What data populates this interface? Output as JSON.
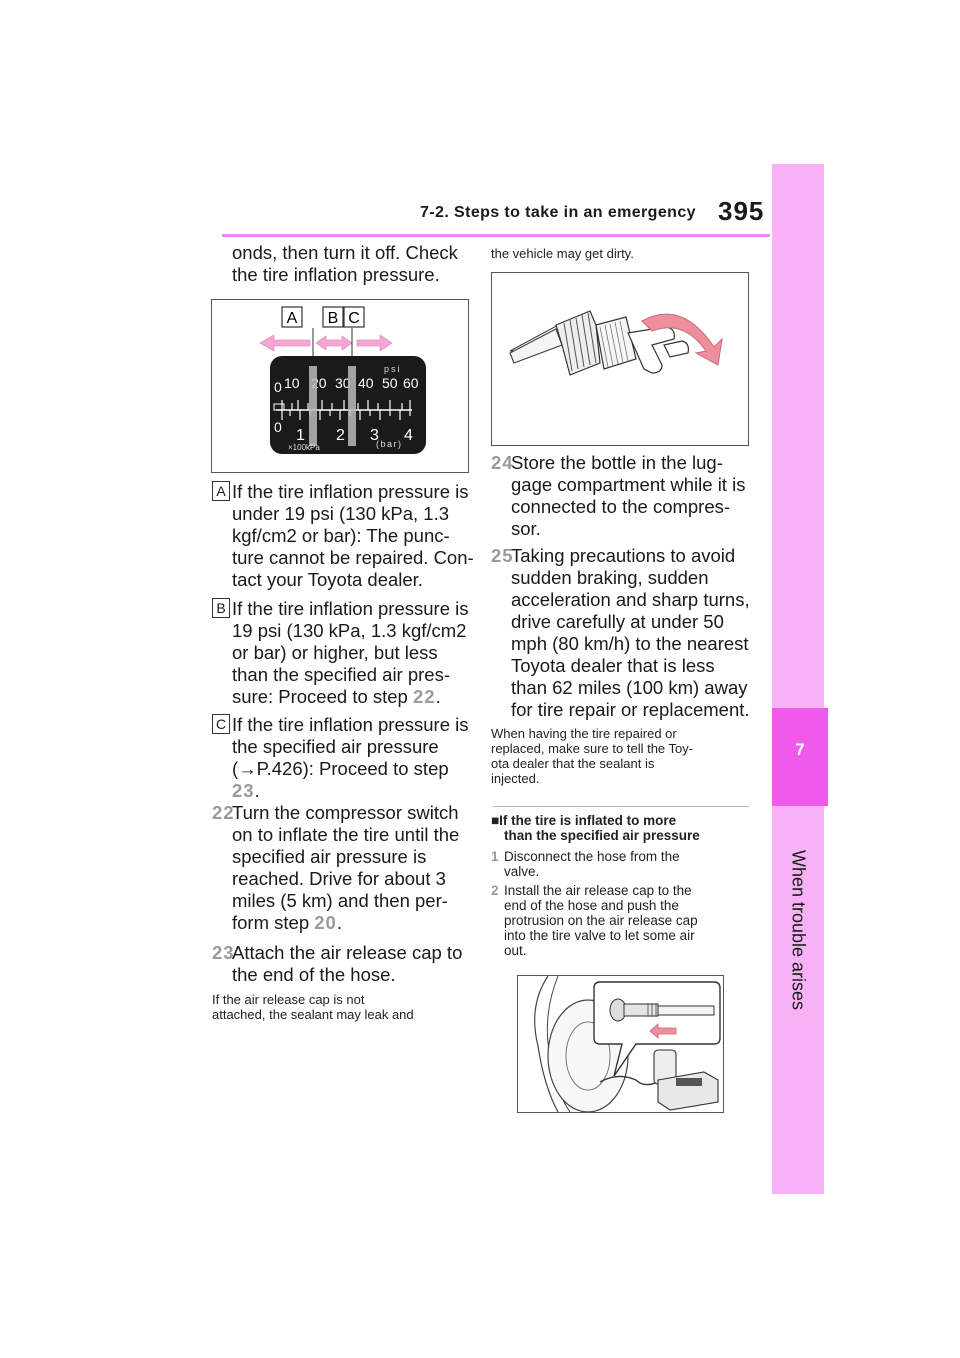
{
  "header": {
    "section_title": "7-2. Steps to take in an emergency",
    "page_number": "395"
  },
  "side_tab": {
    "chapter_number": "7",
    "chapter_title": "When trouble arises"
  },
  "left_column": {
    "intro_line1": "onds, then turn it off. Check",
    "intro_line2": "the tire inflation pressure.",
    "gauge": {
      "callouts": [
        "A",
        "B",
        "C"
      ],
      "psi_unit": "psi",
      "psi_ticks": [
        "10",
        "20",
        "30",
        "40",
        "50",
        "60"
      ],
      "bar_unit": "(bar)",
      "bar_ticks": [
        "1",
        "2",
        "3",
        "4"
      ],
      "zero_top": "0",
      "zero_bottom": "0",
      "kpa_label": "×100kPa"
    },
    "item_a": {
      "letter": "A",
      "lines": [
        "If the tire inflation pressure is",
        "under 19 psi (130 kPa, 1.3",
        "kgf/cm2 or bar): The punc-",
        "ture cannot be repaired. Con-",
        "tact your Toyota dealer."
      ]
    },
    "item_b": {
      "letter": "B",
      "lines": [
        "If the tire inflation pressure is",
        "19 psi (130 kPa, 1.3 kgf/cm2",
        "or bar) or higher, but less",
        "than the specified air pres-"
      ],
      "last_prefix": "sure: Proceed to step ",
      "last_step": "22",
      "last_suffix": "."
    },
    "item_c": {
      "letter": "C",
      "lines": [
        "If the tire inflation pressure is",
        "the specified air pressure"
      ],
      "ref": "(→P.426): Proceed to step",
      "step": "23",
      "step_suffix": "."
    },
    "step22": {
      "num": "22",
      "lines": [
        "Turn the compressor switch",
        "on to inflate the tire until the",
        "specified air pressure is",
        "reached. Drive for about 3",
        "miles (5 km) and then per-"
      ],
      "last_prefix": "form step ",
      "last_step": "20",
      "last_suffix": "."
    },
    "step23": {
      "num": "23",
      "lines": [
        "Attach the air release cap to",
        "the end of the hose."
      ]
    },
    "note_line1": "If the air release cap is not",
    "note_line2": "attached, the sealant may leak and"
  },
  "right_column": {
    "note_cont": "the vehicle may get dirty.",
    "step24": {
      "num": "24",
      "lines": [
        "Store the bottle in the lug-",
        "gage compartment while it is",
        "connected to the compres-",
        "sor."
      ]
    },
    "step25": {
      "num": "25",
      "lines": [
        "Taking precautions to avoid",
        "sudden braking, sudden",
        "acceleration and sharp turns,",
        "drive carefully at under 50",
        "mph (80 km/h) to the nearest",
        "Toyota dealer that is less",
        "than 62 miles (100 km) away",
        "for tire repair or replacement."
      ]
    },
    "repair_note": [
      "When having the tire repaired or",
      "replaced, make sure to tell the Toy-",
      "ota dealer that the sealant is",
      "injected."
    ],
    "subsection": {
      "bullet": "■",
      "title_line1": "If the tire is inflated to more",
      "title_line2": "than the specified air pressure"
    },
    "sub_step1": {
      "num": "1",
      "lines": [
        "Disconnect the hose from the",
        "valve."
      ]
    },
    "sub_step2": {
      "num": "2",
      "lines": [
        "Install the air release cap to the",
        "end of the hose and push the",
        "protrusion on the air release cap",
        "into the tire valve to let some air",
        "out."
      ]
    }
  },
  "colors": {
    "accent_pink": "#f05aec",
    "tab_pink": "#f7b1f4",
    "header_line": "#e98ee9",
    "step_gray": "#9a9a9a"
  }
}
